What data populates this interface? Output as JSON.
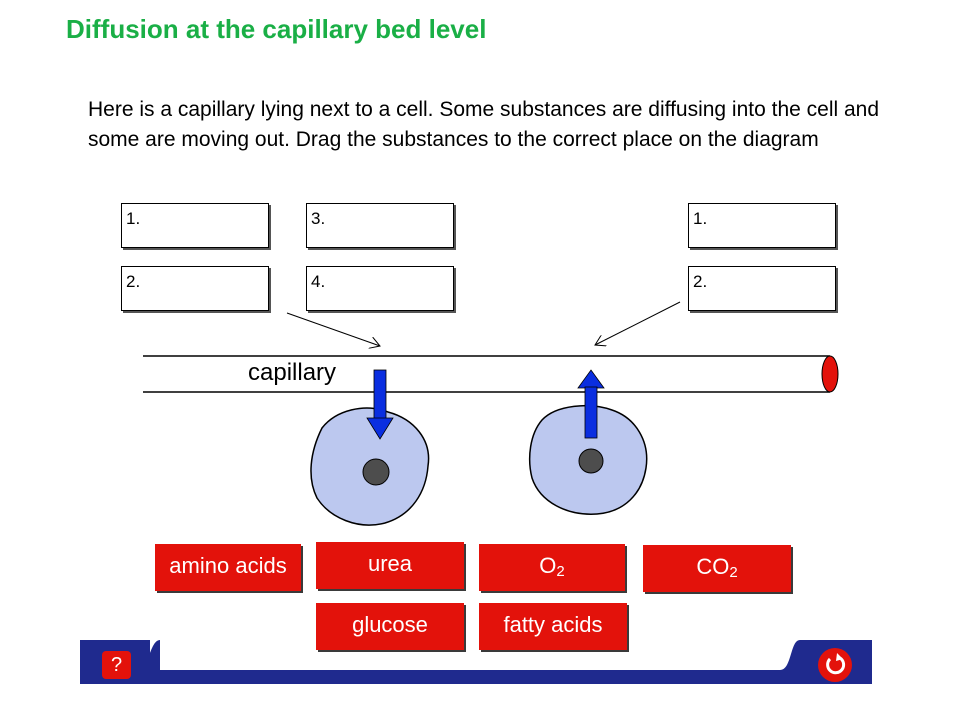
{
  "title": "Diffusion at the capillary bed level",
  "instructions": "Here is a capillary lying next to a cell. Some substances are diffusing into the cell and some are moving out. Drag the substances to the correct place on the diagram",
  "slots_in": [
    "1.",
    "2.",
    "3.",
    "4."
  ],
  "slots_out": [
    "1.",
    "2."
  ],
  "diagram": {
    "capillary_label": "capillary"
  },
  "chips": {
    "amino_acids": "amino acids",
    "urea": "urea",
    "o2_main": "O",
    "o2_sub": "2",
    "co2_main": "CO",
    "co2_sub": "2",
    "glucose": "glucose",
    "fatty_acids": "fatty acids"
  },
  "nav": {
    "help_label": "?"
  },
  "colors": {
    "title": "#1aaf46",
    "chip": "#e3120b",
    "arrow": "#0a2ee0",
    "cell": "#bcc8ef",
    "bar": "#1f2a8e"
  }
}
